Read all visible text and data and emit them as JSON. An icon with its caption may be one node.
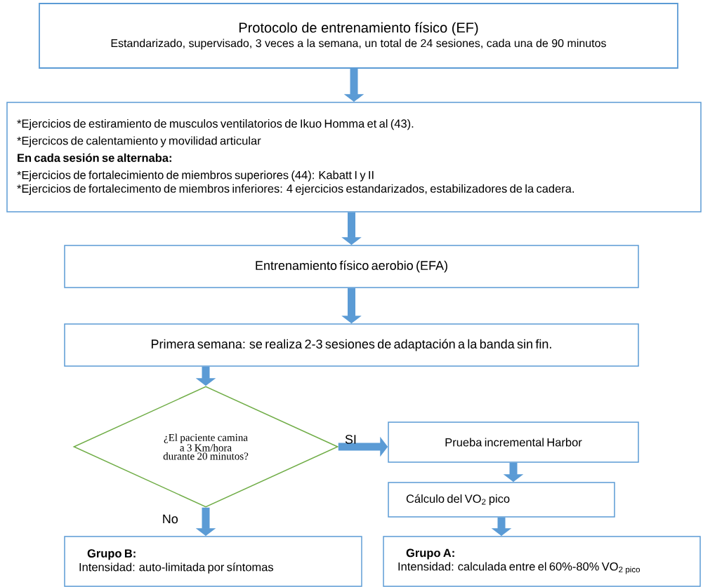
{
  "diagram": {
    "nodes": [
      {
        "text": [
          "Protocolo de entrenamiento físico (EF)",
          "Estandarizado, supervisado, 3 veces a la semana, un total de 24 sesiones, cada una de 90 minutos"
        ]
      },
      {
        "text": [
          "*Ejercicios de estiramiento de musculos ventilatorios de Ikuo Homma et al (43).",
          "*Ejercicos de calentamiento y movilidad articular",
          "En cada sesión se alternaba:",
          "*Ejercicios de fortalecimiento de miembros superiores (44): Kabatt I y II",
          "*Ejercicios de fortalecimento de miembros inferiores: 4 ejercicios estandarizados, estabilizadores de la cadera."
        ]
      },
      {
        "text": [
          "Entrenamiento físico aerobio (EFA)"
        ]
      },
      {
        "text": [
          "Primera semana: se realiza 2-3 sesiones de adaptación a la banda sin fin."
        ]
      },
      {
        "text": [
          "¿El paciente camina a 3 Km/hora durante 20 minutos?"
        ]
      },
      {
        "text": [
          "Prueba incremental Harbor"
        ]
      },
      {
        "text": [
          "Cálculo del VO$_{2}$ pico"
        ]
      },
      {
        "text": [
          "Grupo B:",
          "Intensidad: auto-limitada por síntomas"
        ]
      },
      {
        "text": [
          "Grupo A:",
          "Intensidad: calculada entre el 60%-80% VO$_{2 pico}$"
        ]
      }
    ],
    "edges": [
      {
        "from": 0,
        "to": 1,
        "arrow": "to"
      },
      {
        "from": 1,
        "to": 2,
        "arrow": "to"
      },
      {
        "from": 2,
        "to": 3,
        "arrow": "to"
      },
      {
        "from": 3,
        "to": 4,
        "arrow": "to"
      },
      {
        "from": 4,
        "to": 5,
        "arrow": "to",
        "label": "SI"
      },
      {
        "from": 4,
        "to": 7,
        "arrow": "to",
        "label": "No"
      },
      {
        "from": 5,
        "to": 6,
        "arrow": "to"
      },
      {
        "from": 6,
        "to": 8,
        "arrow": "to"
      }
    ]
  }
}
